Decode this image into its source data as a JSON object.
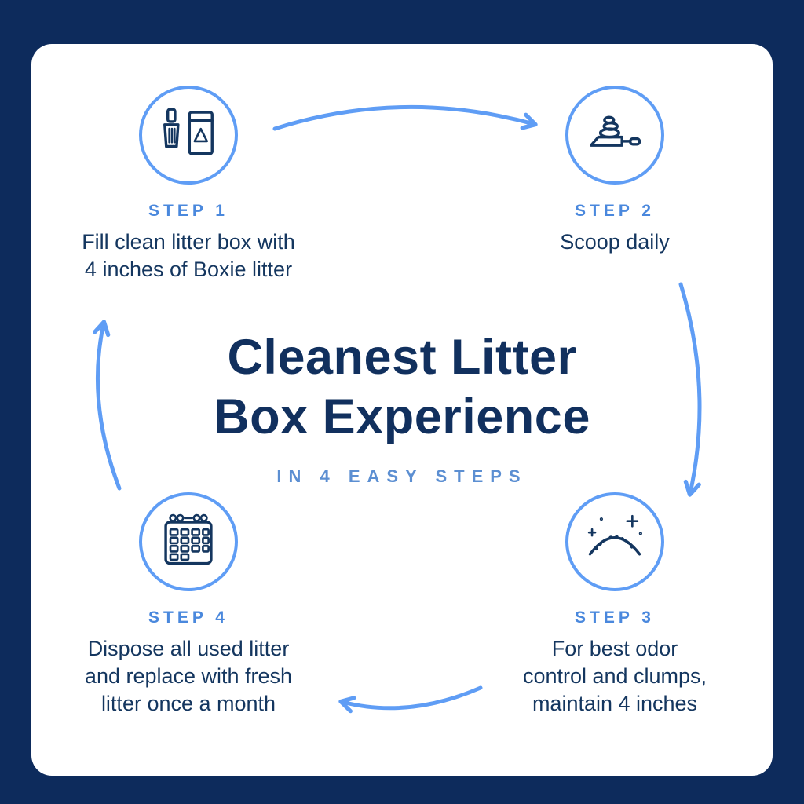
{
  "colors": {
    "background": "#0d2b5c",
    "card": "#ffffff",
    "accent_blue": "#5f9df5",
    "step_label_blue": "#4a88dd",
    "text_navy": "#14365f",
    "title_navy": "#11305e",
    "subtitle_blue": "#5c8fd2"
  },
  "title": {
    "line1": "Cleanest Litter",
    "line2": "Box Experience",
    "subtitle": "IN 4 EASY STEPS"
  },
  "steps": [
    {
      "label": "STEP 1",
      "description": "Fill clean litter box with\n4 inches of Boxie litter",
      "icon": "scoop-and-litter-bag-icon"
    },
    {
      "label": "STEP 2",
      "description": "Scoop daily",
      "icon": "scoop-with-clumps-icon"
    },
    {
      "label": "STEP 3",
      "description": "For best odor\ncontrol and clumps,\nmaintain 4 inches",
      "icon": "litter-mound-sparkle-icon"
    },
    {
      "label": "STEP 4",
      "description": "Dispose all used litter\nand replace with fresh\nlitter once a month",
      "icon": "calendar-icon"
    }
  ],
  "arrows": [
    {
      "name": "arrow-step1-to-step2"
    },
    {
      "name": "arrow-step2-to-step3"
    },
    {
      "name": "arrow-step3-to-step4"
    },
    {
      "name": "arrow-step4-to-step1"
    }
  ]
}
